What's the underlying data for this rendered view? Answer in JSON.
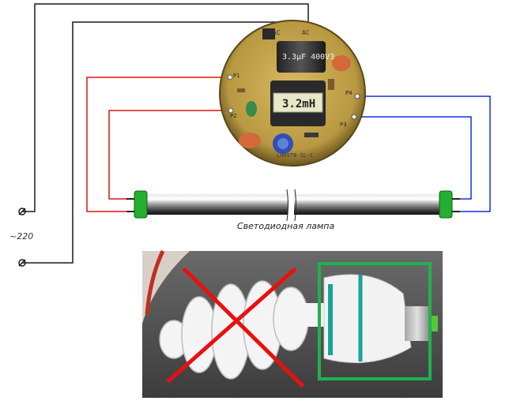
{
  "supply_label": "~220",
  "lamp_label": "Светодиодная лампа",
  "board": {
    "capacitor_label": "3.3µF 400V3",
    "inductor_label": "3.2mH",
    "ac_mark_1": "AC",
    "ac_mark_2": "AC",
    "board_code": "LH09T8-SL-C",
    "pads": [
      "P1",
      "P2",
      "P3",
      "P4"
    ]
  },
  "colors": {
    "wire_phase": "#1a1a1a",
    "wire_red": "#e01010",
    "wire_blue": "#1030e0",
    "cross": "#e81010",
    "frame": "#22b050",
    "pcb": "#c8a84a",
    "tube_end": "#22b030"
  },
  "icons": {
    "terminal": "screw-terminal-icon",
    "reject": "red-cross-mark",
    "accept": "green-frame-mark"
  }
}
